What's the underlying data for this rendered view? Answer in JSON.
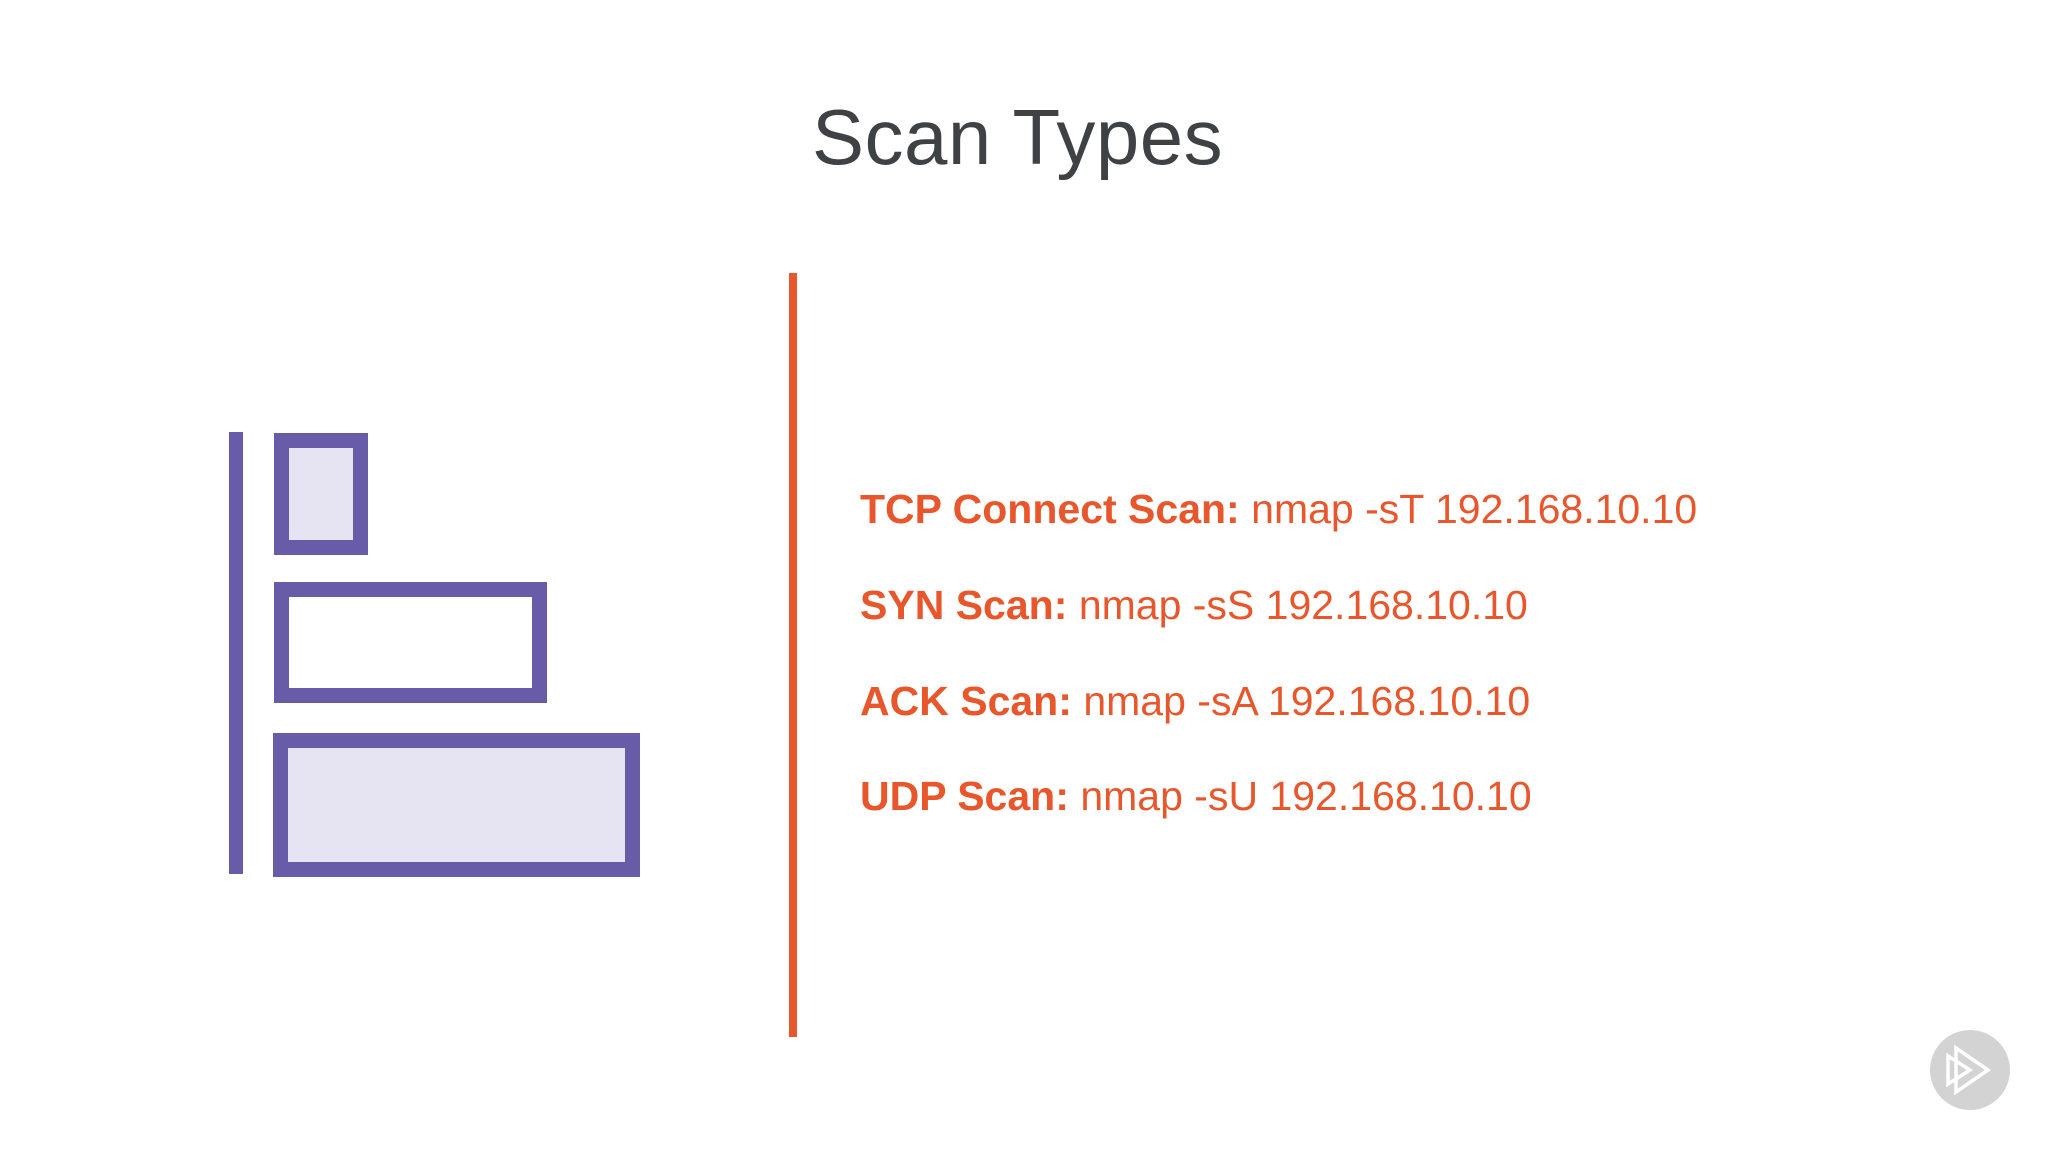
{
  "slide": {
    "title": "Scan Types",
    "scan_list": [
      {
        "label": "TCP Connect Scan:",
        "command": "nmap -sT 192.168.10.10"
      },
      {
        "label": "SYN Scan:",
        "command": "nmap -sS 192.168.10.10"
      },
      {
        "label": "ACK Scan:",
        "command": "nmap -sA 192.168.10.10"
      },
      {
        "label": "UDP Scan:",
        "command": "nmap -sU 192.168.10.10"
      }
    ],
    "icons": {
      "chart_icon": "bar-chart-icon",
      "logo_icon": "pluralsight-play-icon"
    },
    "colors": {
      "accent_orange": "#E8562B",
      "icon_purple": "#685CA8",
      "icon_fill_lavender": "#E6E4F2",
      "title_gray": "#3F4245",
      "logo_circle_gray": "#D3D3D3",
      "background": "#FFFFFF"
    }
  }
}
